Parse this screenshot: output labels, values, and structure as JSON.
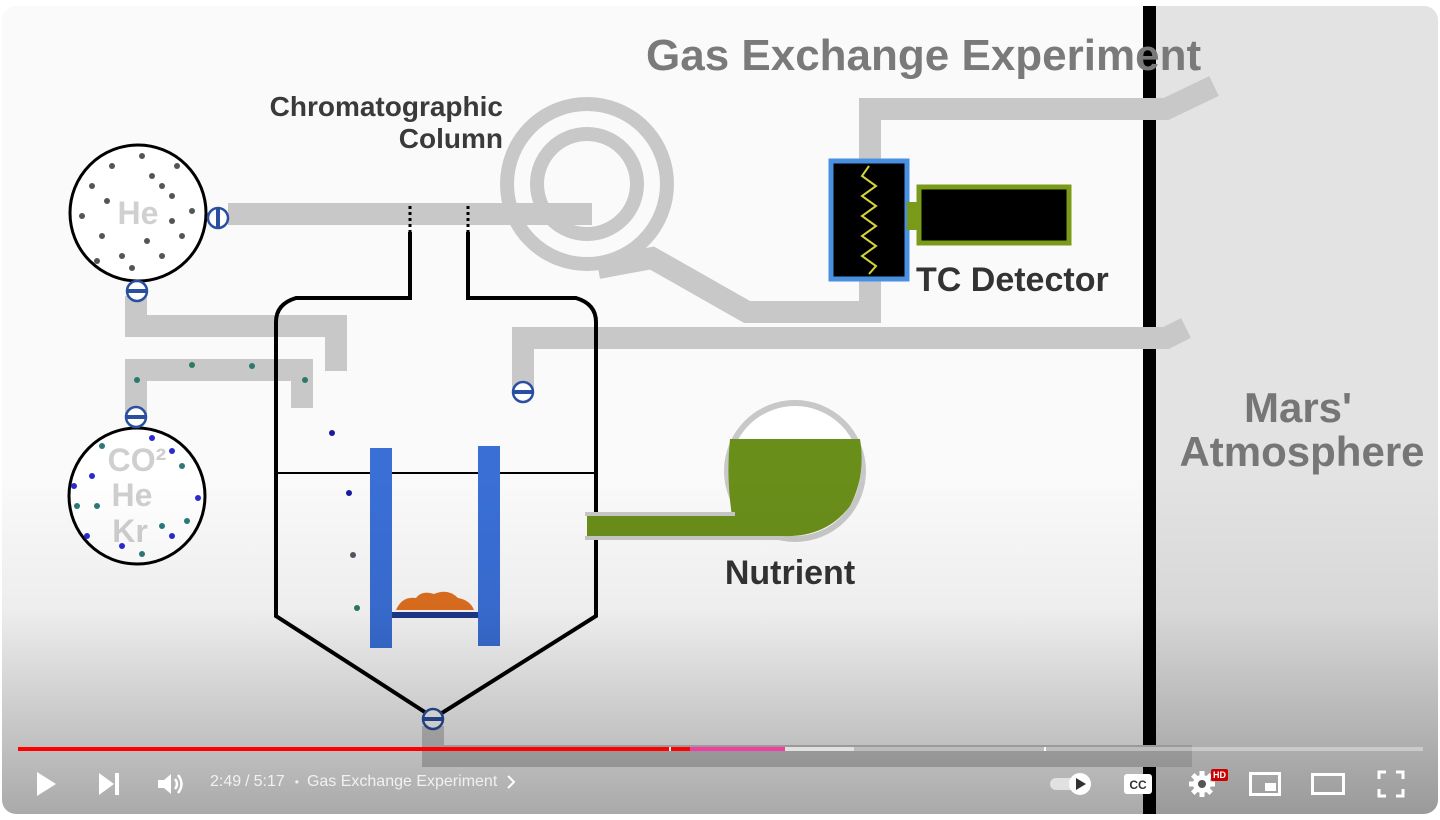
{
  "diagram": {
    "title": "Gas Exchange Experiment",
    "column_label_line1": "Chromatographic",
    "column_label_line2": "Column",
    "he_flask_label": "He",
    "mix_flask_line1": "CO²",
    "mix_flask_line2": "He",
    "mix_flask_line3": "Kr",
    "detector_label": "TC Detector",
    "nutrient_label": "Nutrient",
    "atmosphere_line1": "Mars'",
    "atmosphere_line2": "Atmosphere"
  },
  "player": {
    "current_time": "2:49",
    "duration": "5:17",
    "time_separator": "/",
    "chapter_dot": "•",
    "chapter_title": "Gas Exchange Experiment",
    "progress_played_fraction": 0.533,
    "accent_color": "#ff0000",
    "icons": [
      "play-icon",
      "next-icon",
      "volume-icon",
      "chevron-right-icon",
      "autoplay-toggle-icon",
      "captions-icon",
      "settings-icon",
      "miniplayer-icon",
      "theater-icon",
      "fullscreen-icon"
    ],
    "hd_badge": "HD",
    "cc_label": "CC"
  }
}
